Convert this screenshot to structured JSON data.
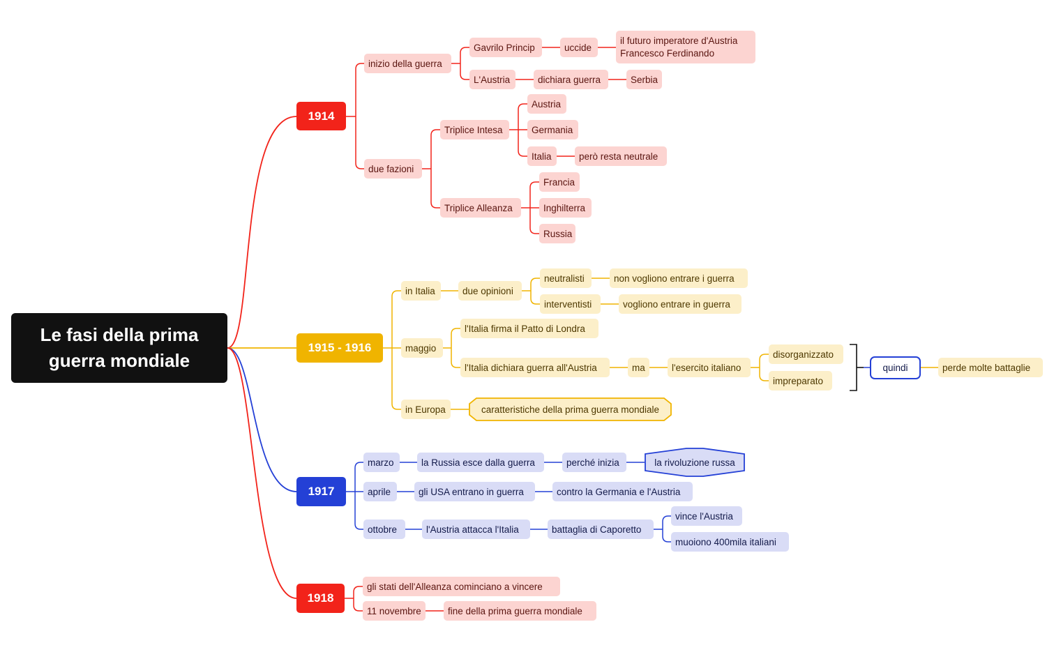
{
  "colors": {
    "red": "#f2231a",
    "gold": "#f0b400",
    "blue": "#2440d6",
    "root": "#111111"
  },
  "root": {
    "line1": "Le fasi della prima",
    "line2": "guerra mondiale"
  },
  "y1914": {
    "label": "1914",
    "inizio": "inizio della guerra",
    "gavrilo": "Gavrilo Princip",
    "uccide": "uccide",
    "futuro_line1": "il futuro imperatore d'Austria",
    "futuro_line2": "Francesco Ferdinando",
    "laustria": "L'Austria",
    "dichiara": "dichiara guerra",
    "serbia": "Serbia",
    "fazioni": "due fazioni",
    "intesa": "Triplice Intesa",
    "austria": "Austria",
    "germania": "Germania",
    "italia": "Italia",
    "neutrale": "però resta neutrale",
    "alleanza": "Triplice Alleanza",
    "francia": "Francia",
    "inghilterra": "Inghilterra",
    "russia": "Russia"
  },
  "y1915": {
    "label": "1915 - 1916",
    "initalia": "in Italia",
    "opinioni": "due opinioni",
    "neutralisti": "neutralisti",
    "nonvogliono": "non vogliono entrare i guerra",
    "interventisti": "interventisti",
    "vogliono": "vogliono entrare in guerra",
    "maggio": "maggio",
    "patto": "l'Italia firma il Patto di Londra",
    "dichiara": "l'Italia dichiara guerra all'Austria",
    "ma": "ma",
    "esercito": "l'esercito italiano",
    "disorganizzato": "disorganizzato",
    "impreparato": "impreparato",
    "quindi": "quindi",
    "perde": "perde molte battaglie",
    "ineuropa": "in Europa",
    "caratteristiche": "caratteristiche della prima guerra mondiale"
  },
  "y1917": {
    "label": "1917",
    "marzo": "marzo",
    "russia_esce": "la Russia esce dalla guerra",
    "perche": "perché inizia",
    "rivoluzione": "la rivoluzione russa",
    "aprile": "aprile",
    "usa": "gli USA entrano in guerra",
    "contro": "contro la Germania e l'Austria",
    "ottobre": "ottobre",
    "attacca": "l'Austria attacca l'Italia",
    "caporetto": "battaglia di Caporetto",
    "vince": "vince l'Austria",
    "muoiono": "muoiono 400mila italiani"
  },
  "y1918": {
    "label": "1918",
    "stati": "gli stati dell'Alleanza cominciano a vincere",
    "novembre": "11 novembre",
    "fine": "fine della prima guerra mondiale"
  }
}
